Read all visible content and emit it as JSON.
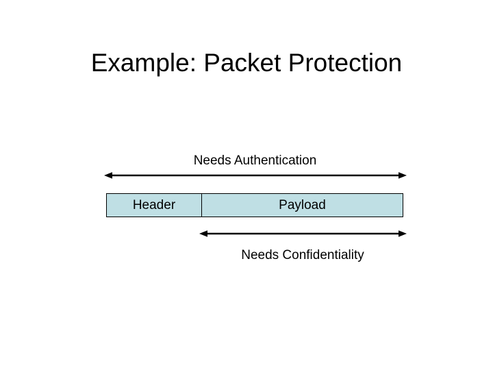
{
  "slide": {
    "title": "Example: Packet Protection",
    "background_color": "#ffffff",
    "text_color": "#000000"
  },
  "diagram": {
    "type": "packet-protection-diagram",
    "accent_color": "#bfdfe4",
    "border_color": "#000000",
    "top_dimension": {
      "label": "Needs Authentication",
      "arrow": "double-headed-horizontal",
      "spans": "Header + Payload"
    },
    "bottom_dimension": {
      "label": "Needs Confidentiality",
      "arrow": "double-headed-horizontal",
      "spans": "Payload"
    },
    "packet": {
      "cells": [
        {
          "label": "Header"
        },
        {
          "label": "Payload"
        }
      ]
    }
  }
}
